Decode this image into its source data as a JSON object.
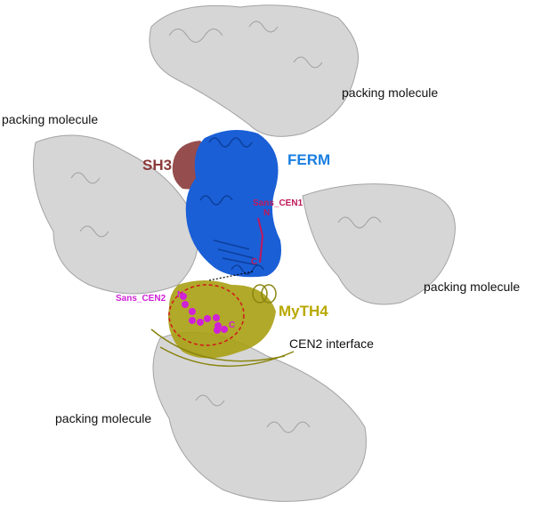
{
  "labels": {
    "packing_top": "packing molecule",
    "packing_left": "packing molecule",
    "packing_right": "packing molecule",
    "packing_bottom": "packing molecule",
    "sh3": "SH3",
    "ferm": "FERM",
    "sans_cen1": "Sans_CEN1",
    "sans_cen2": "Sans_CEN2",
    "myth4": "MyTH4",
    "cen2_interface": "CEN2 interface",
    "n1": "N",
    "c1": "C",
    "n2": "N",
    "c2": "C"
  },
  "colors": {
    "packing": "#c8c8c8",
    "ferm": "#1a5fd6",
    "sh3": "#8b3a3a",
    "myth4": "#a8a012",
    "cen1": "#c0185a",
    "cen2": "#d020d8",
    "interface_ring": "#d01818"
  }
}
